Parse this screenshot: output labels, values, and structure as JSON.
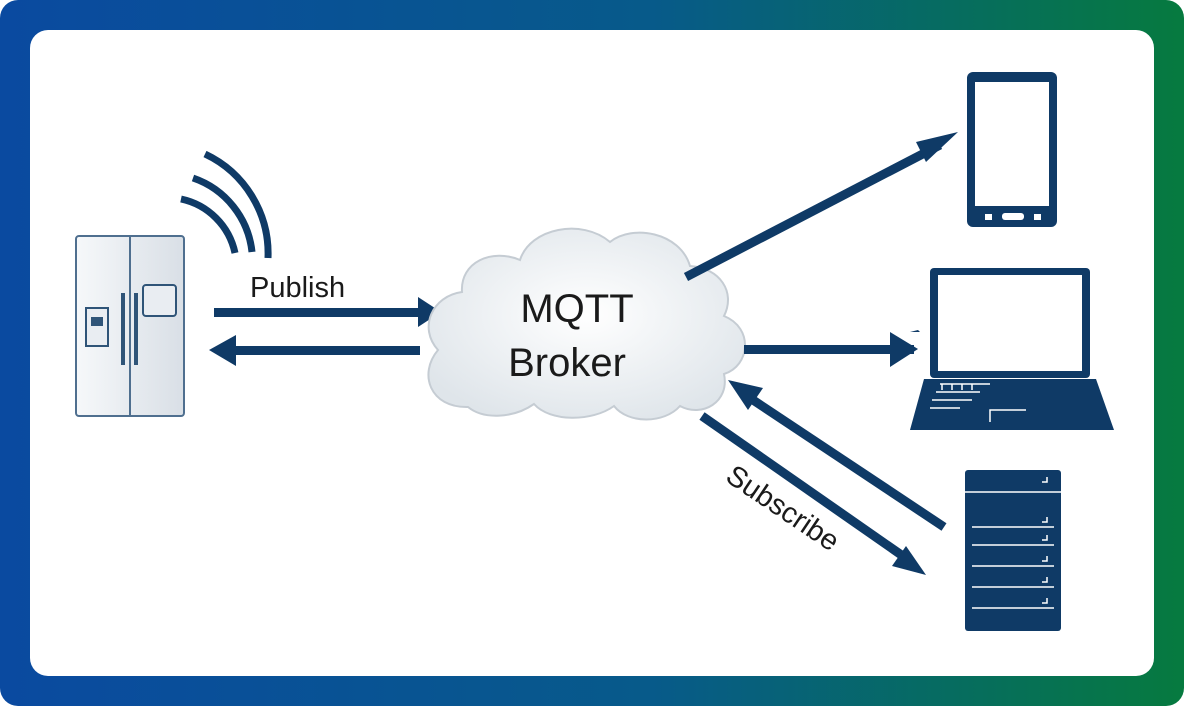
{
  "diagram": {
    "broker": {
      "line1": "MQTT",
      "line2": "Broker"
    },
    "labels": {
      "publish": "Publish",
      "subscribe": "Subscribe"
    },
    "icons": {
      "publisher": "refrigerator-icon",
      "wireless": "wireless-signal-icon",
      "subscriber_1": "smartphone-icon",
      "subscriber_2": "laptop-icon",
      "subscriber_3": "server-rack-icon"
    },
    "colors": {
      "arrow": "#0f3a66",
      "device": "#0f3a66",
      "fridge": "#e8ecf1",
      "cloud": "#eef1f4"
    }
  }
}
